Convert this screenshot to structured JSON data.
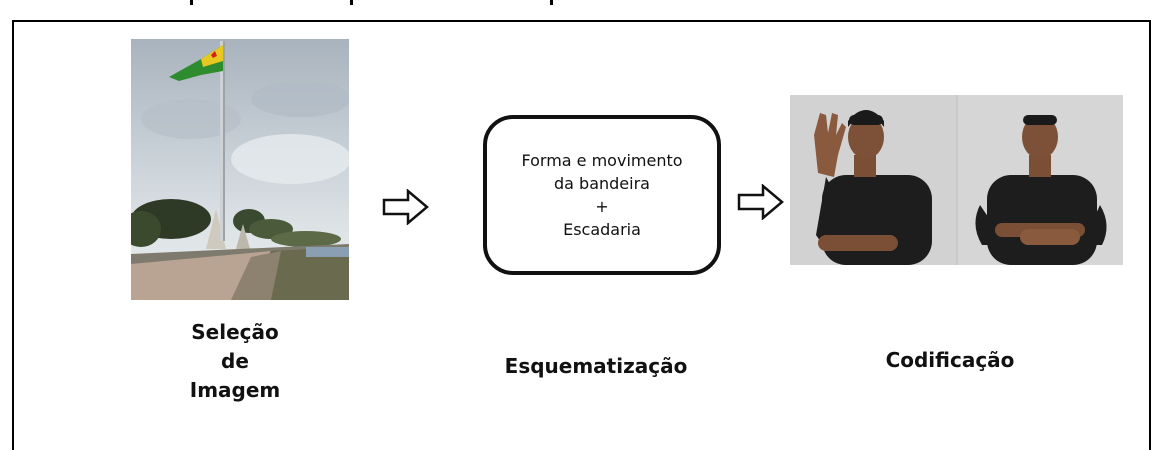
{
  "steps": [
    {
      "caption_lines": [
        "Seleção",
        "de",
        "Imagem"
      ]
    },
    {
      "caption_lines": [
        "Esquematização"
      ]
    },
    {
      "caption_lines": [
        "Codificação"
      ]
    }
  ],
  "schema_box": {
    "lines": [
      "Forma e movimento",
      "da bandeira",
      "+",
      "Escadaria"
    ]
  },
  "arrows": [
    "right-arrow",
    "right-arrow"
  ]
}
